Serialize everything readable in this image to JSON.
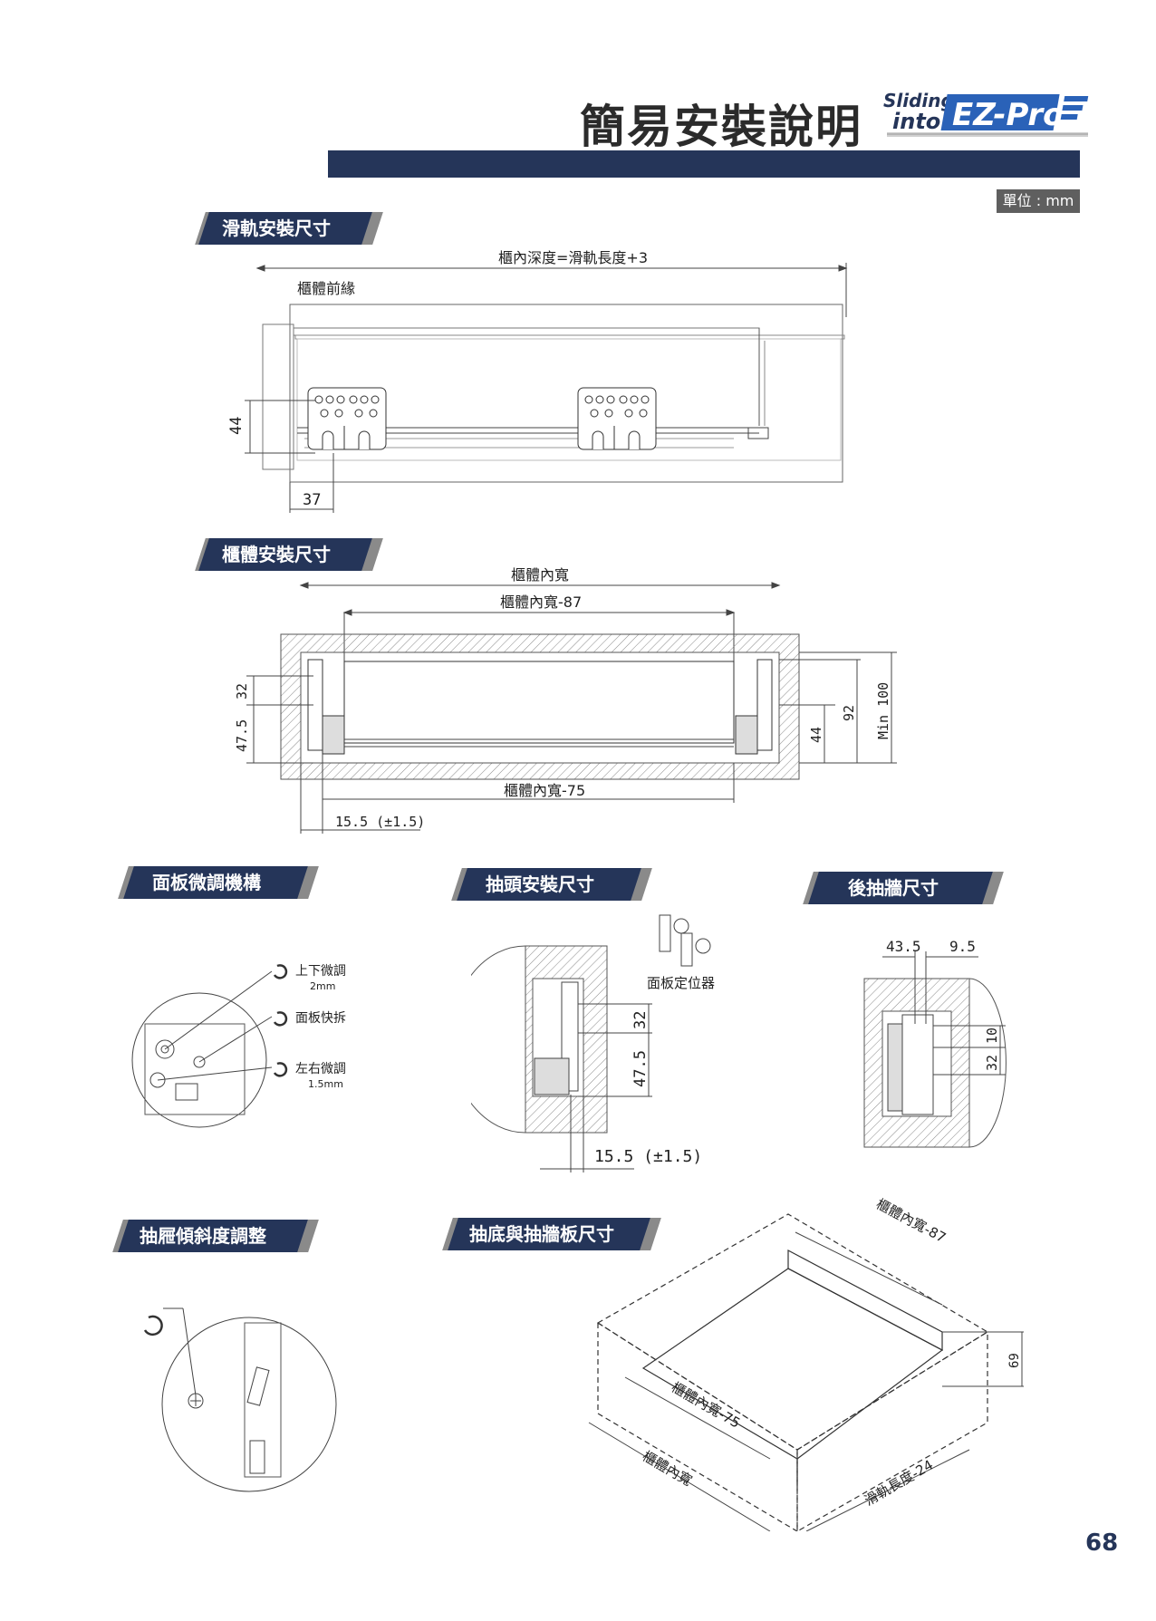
{
  "header": {
    "title": "簡易安裝說明",
    "logo_sliding": "Sliding",
    "logo_into": "into",
    "logo_ezpro": "EZ-Pro",
    "unit": "單位 : mm"
  },
  "sections": {
    "rail": {
      "title": "滑軌安裝尺寸",
      "label_depth": "櫃內深度=滑軌長度+3",
      "label_front": "櫃體前緣",
      "dim_44": "44",
      "dim_37": "37"
    },
    "cabinet": {
      "title": "櫃體安裝尺寸",
      "label_inner": "櫃體內寬",
      "label_minus87": "櫃體內寬-87",
      "label_minus75": "櫃體內寬-75",
      "dim_32": "32",
      "dim_475": "47.5",
      "dim_44": "44",
      "dim_92": "92",
      "dim_min100": "Min 100",
      "dim_155": "15.5 (±1.5)"
    },
    "panel": {
      "title": "面板微調機構",
      "adj1": "上下微調",
      "adj1_sub": "2mm",
      "adj2": "面板快拆",
      "adj3": "左右微調",
      "adj3_sub": "1.5mm"
    },
    "front": {
      "title": "抽頭安裝尺寸",
      "positioner": "面板定位器",
      "dim_32": "32",
      "dim_475": "47.5",
      "dim_155": "15.5 (±1.5)"
    },
    "back": {
      "title": "後抽牆尺寸",
      "dim_435": "43.5",
      "dim_95": "9.5",
      "dim_10": "10",
      "dim_32": "32"
    },
    "tilt": {
      "title": "抽屜傾斜度調整"
    },
    "bottom": {
      "title": "抽底與抽牆板尺寸",
      "label_minus87": "櫃體內寬-87",
      "label_69": "69",
      "label_minus75": "櫃體內寬-75",
      "label_inner": "櫃體內寬",
      "label_rail": "滑軌長度-24"
    }
  },
  "page_number": "68"
}
